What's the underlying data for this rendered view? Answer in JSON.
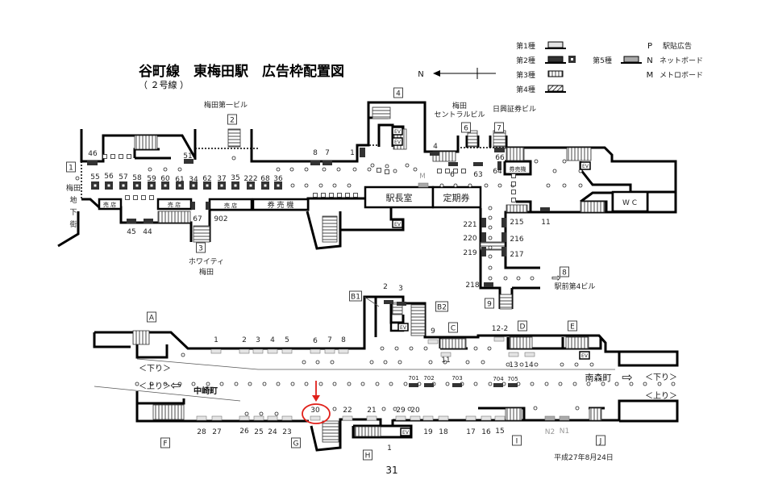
{
  "title": "谷町線　東梅田駅　広告枠配置図",
  "subtitle": "（ ２号線 ）",
  "north": "N",
  "legend": {
    "types": [
      "第1種",
      "第2種",
      "第3種",
      "第4種",
      "第5種"
    ],
    "codes": [
      {
        "code": "P",
        "label": "駅貼広告"
      },
      {
        "code": "N",
        "label": "ネットボード"
      },
      {
        "code": "M",
        "label": "メトロボード"
      }
    ]
  },
  "exits": [
    "1",
    "2",
    "3",
    "4",
    "6",
    "7",
    "8",
    "9",
    "A",
    "B1",
    "B2",
    "C",
    "D",
    "E",
    "F",
    "G",
    "H",
    "I",
    "J"
  ],
  "places": [
    "梅田第一ビル",
    "梅田",
    "地",
    "下",
    "街",
    "ホワイティ",
    "梅田",
    "梅田",
    "セントラルビル",
    "日興証券ビル",
    "駅前第4ビル"
  ],
  "rooms": [
    "売 店",
    "売 店",
    "売 店",
    "券 売 機",
    "駅長室",
    "定期券",
    "券売機",
    "W C",
    "EV",
    "EV",
    "EV",
    "EV",
    "EV",
    "EV",
    "EV"
  ],
  "ad_numbers": [
    "46",
    "51",
    "55",
    "56",
    "57",
    "58",
    "59",
    "60",
    "61",
    "34",
    "62",
    "37",
    "35",
    "222",
    "68",
    "36",
    "8",
    "7",
    "1",
    "45",
    "44",
    "67",
    "902",
    "4",
    "6",
    "63",
    "64",
    "66",
    "M",
    "221",
    "220",
    "219",
    "218",
    "215",
    "216",
    "217",
    "11",
    "2",
    "3",
    "1",
    "2",
    "3",
    "4",
    "5",
    "6",
    "7",
    "8",
    "9",
    "11",
    "12-2",
    "13",
    "14",
    "701",
    "702",
    "703",
    "704",
    "705",
    "30",
    "22",
    "21",
    "29",
    "20",
    "28",
    "27",
    "26",
    "25",
    "24",
    "23",
    "19",
    "18",
    "17",
    "16",
    "15",
    "N2",
    "N1",
    "1"
  ],
  "directions": {
    "down_left": "＜下り＞",
    "up_left": "＜上り＞",
    "to_left": "中崎町",
    "to_right": "南森町",
    "down_right": "＜下り＞",
    "up_right": "＜上り＞",
    "arrow_left": "⇦",
    "arrow_right": "⇨",
    "arrow_exit8": "⇨"
  },
  "highlight": {
    "ad": "30",
    "color": "#e0201a"
  },
  "footer": {
    "date": "平成27年8月24日",
    "page": "31"
  },
  "colors": {
    "type1": "#e4e4e4",
    "type2": "#333333",
    "type5": "#aaaaaa"
  }
}
